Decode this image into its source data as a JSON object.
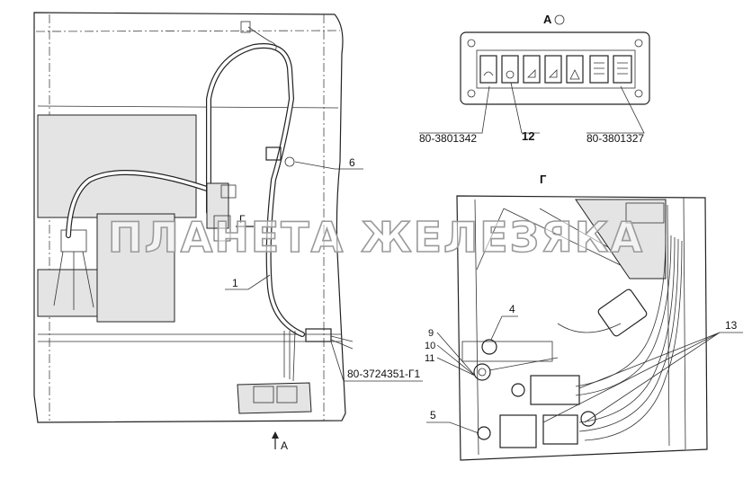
{
  "views": {
    "view_a": {
      "title": "А"
    },
    "view_g": {
      "title": "Г"
    },
    "arrow_a": "А",
    "section_g": "Г"
  },
  "callouts": {
    "c1": "1",
    "c6": "6",
    "c4": "4",
    "c5": "5",
    "c9": "9",
    "c10": "10",
    "c11": "11",
    "c12": "12",
    "c13": "13"
  },
  "part_numbers": {
    "p_harness": "80-3724351-Г1",
    "p_switch_left": "80-3801342",
    "p_switch_right": "80-3801327"
  },
  "watermark": "ПЛАНЕТА ЖЕЛЕЗЯКА",
  "colors": {
    "ink": "#222222",
    "shade": "#e4e4e4",
    "paper": "#ffffff"
  }
}
